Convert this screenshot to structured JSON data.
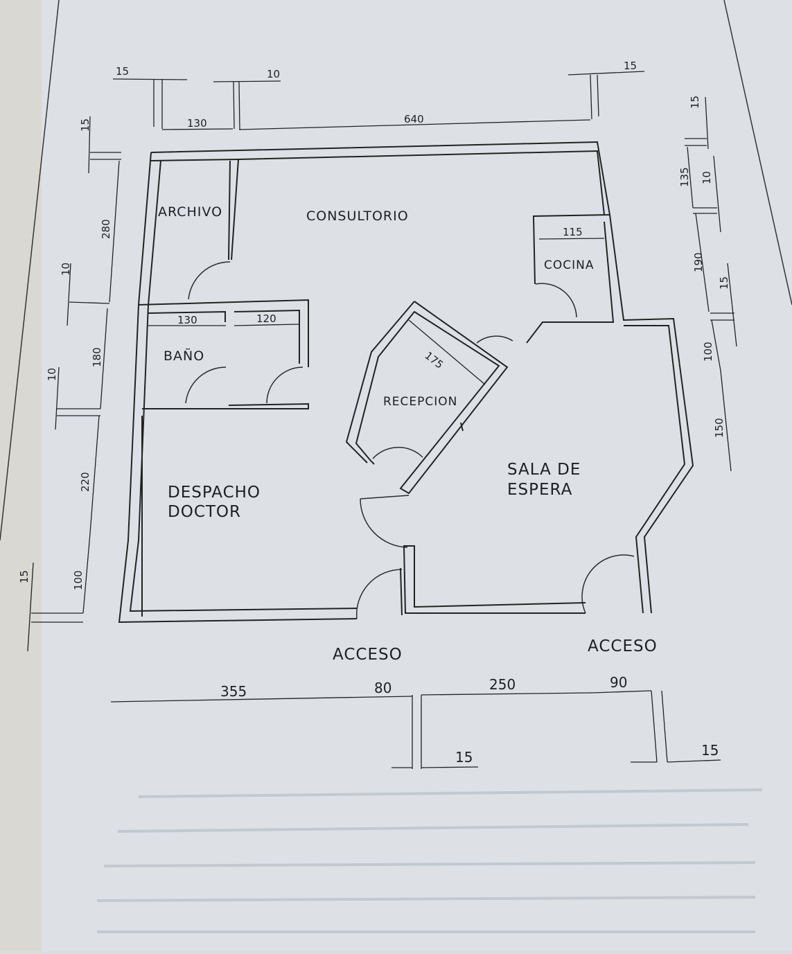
{
  "rooms": {
    "archivo": "ARCHIVO",
    "consultorio": "CONSULTORIO",
    "cocina": "COCINA",
    "bano": "BAÑO",
    "recepcion": "RECEPCION",
    "sala_line1": "SALA DE",
    "sala_line2": "ESPERA",
    "despacho_line1": "DESPACHO",
    "despacho_line2": "DOCTOR"
  },
  "labels": {
    "acceso_left": "ACCESO",
    "acceso_right": "ACCESO"
  },
  "dimensions": {
    "top": [
      "15",
      "10",
      "130",
      "640",
      "15"
    ],
    "left": [
      "15",
      "280",
      "10",
      "180",
      "10",
      "220",
      "15",
      "100"
    ],
    "right": [
      "15",
      "135",
      "10",
      "190",
      "15",
      "100",
      "150"
    ],
    "interior": [
      "115",
      "130",
      "120",
      "175"
    ],
    "bottom": [
      "355",
      "80",
      "250",
      "90",
      "15",
      "15"
    ]
  }
}
